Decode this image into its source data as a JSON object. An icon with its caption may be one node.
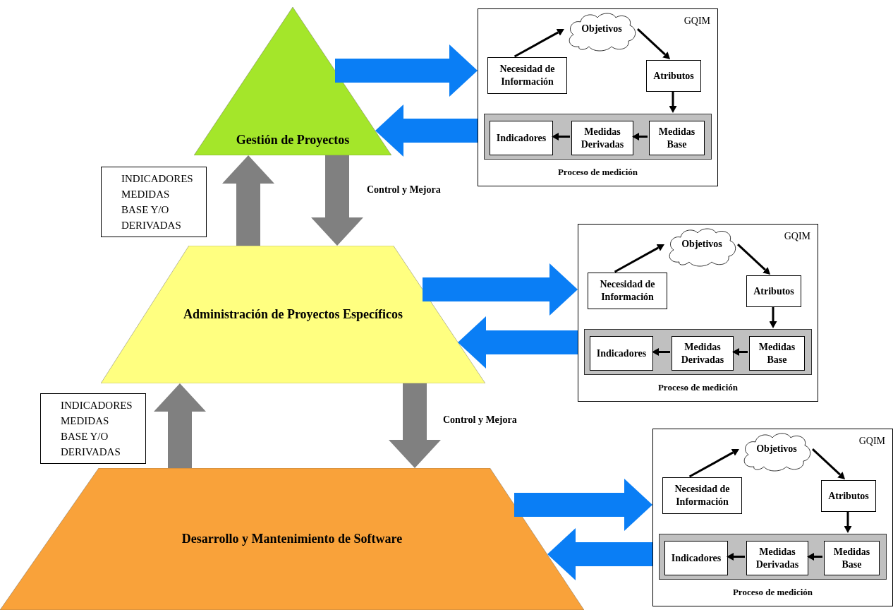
{
  "diagram": {
    "nodes": [
      {
        "text": [
          "Gestión de Proyectos"
        ]
      },
      {
        "text": [
          "Administración de Proyectos Específicos"
        ]
      },
      {
        "text": [
          "Desarrollo y Mantenimiento de Software"
        ]
      },
      {
        "text": [
          "INDICADORES MEDIDAS BASE Y/O DERIVADAS"
        ]
      },
      {
        "text": [
          "INDICADORES MEDIDAS BASE Y/O DERIVADAS"
        ]
      },
      {
        "text": [
          "GQIM"
        ]
      },
      {
        "text": [
          "Necesidad de Información"
        ],
        "in": 5
      },
      {
        "text": [
          "Objetivos"
        ],
        "in": 5
      },
      {
        "text": [
          "Atributos"
        ],
        "in": 5
      },
      {
        "text": [
          "Proceso de medición"
        ],
        "in": 5
      },
      {
        "text": [
          "Indicadores"
        ],
        "in": 9
      },
      {
        "text": [
          "Medidas Derivadas"
        ],
        "in": 9
      },
      {
        "text": [
          "Medidas Base"
        ],
        "in": 9
      },
      {
        "text": [
          "GQIM"
        ]
      },
      {
        "text": [
          "Necesidad de Información"
        ],
        "in": 13
      },
      {
        "text": [
          "Objetivos"
        ],
        "in": 13
      },
      {
        "text": [
          "Atributos"
        ],
        "in": 13
      },
      {
        "text": [
          "Proceso de medición"
        ],
        "in": 13
      },
      {
        "text": [
          "Indicadores"
        ],
        "in": 17
      },
      {
        "text": [
          "Medidas Derivadas"
        ],
        "in": 17
      },
      {
        "text": [
          "Medidas Base"
        ],
        "in": 17
      },
      {
        "text": [
          "GQIM"
        ]
      },
      {
        "text": [
          "Necesidad de Información"
        ],
        "in": 21
      },
      {
        "text": [
          "Objetivos"
        ],
        "in": 21
      },
      {
        "text": [
          "Atributos"
        ],
        "in": 21
      },
      {
        "text": [
          "Proceso de medición"
        ],
        "in": 21
      },
      {
        "text": [
          "Indicadores"
        ],
        "in": 25
      },
      {
        "text": [
          "Medidas Derivadas"
        ],
        "in": 25
      },
      {
        "text": [
          "Medidas Base"
        ],
        "in": 25
      }
    ],
    "edges": [
      {
        "from": 1,
        "to": 0,
        "arrow": "to",
        "style": "thick",
        "color": "#808080"
      },
      {
        "from": 0,
        "to": 1,
        "arrow": "to",
        "label": "Control y Mejora",
        "style": "thick",
        "color": "#808080"
      },
      {
        "from": 2,
        "to": 1,
        "arrow": "to",
        "style": "thick",
        "color": "#808080"
      },
      {
        "from": 1,
        "to": 2,
        "arrow": "to",
        "label": "Control y Mejora",
        "style": "thick",
        "color": "#808080"
      },
      {
        "from": 0,
        "to": 5,
        "arrow": "to",
        "style": "thick",
        "color": "#0a7ef5"
      },
      {
        "from": 5,
        "to": 0,
        "arrow": "to",
        "style": "thick",
        "color": "#0a7ef5"
      },
      {
        "from": 1,
        "to": 13,
        "arrow": "to",
        "style": "thick",
        "color": "#0a7ef5"
      },
      {
        "from": 13,
        "to": 1,
        "arrow": "to",
        "style": "thick",
        "color": "#0a7ef5"
      },
      {
        "from": 2,
        "to": 21,
        "arrow": "to",
        "style": "thick",
        "color": "#0a7ef5"
      },
      {
        "from": 21,
        "to": 2,
        "arrow": "to",
        "style": "thick",
        "color": "#0a7ef5"
      },
      {
        "from": 6,
        "to": 7,
        "arrow": "to"
      },
      {
        "from": 7,
        "to": 8,
        "arrow": "to"
      },
      {
        "from": 8,
        "to": 9,
        "arrow": "to"
      },
      {
        "from": 12,
        "to": 11,
        "arrow": "to"
      },
      {
        "from": 11,
        "to": 10,
        "arrow": "to"
      },
      {
        "from": 14,
        "to": 15,
        "arrow": "to"
      },
      {
        "from": 15,
        "to": 16,
        "arrow": "to"
      },
      {
        "from": 16,
        "to": 17,
        "arrow": "to"
      },
      {
        "from": 20,
        "to": 19,
        "arrow": "to"
      },
      {
        "from": 19,
        "to": 18,
        "arrow": "to"
      },
      {
        "from": 22,
        "to": 23,
        "arrow": "to"
      },
      {
        "from": 23,
        "to": 24,
        "arrow": "to"
      },
      {
        "from": 24,
        "to": 25,
        "arrow": "to"
      },
      {
        "from": 28,
        "to": 27,
        "arrow": "to"
      },
      {
        "from": 27,
        "to": 26,
        "arrow": "to"
      }
    ]
  }
}
